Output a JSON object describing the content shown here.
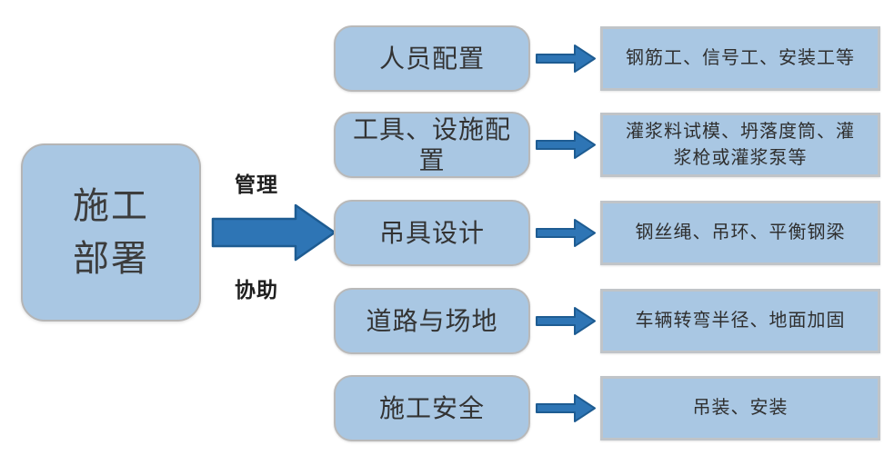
{
  "root": {
    "label": "施工\n部署"
  },
  "main_arrow": {
    "top_label": "管理",
    "bottom_label": "协助"
  },
  "rows": [
    {
      "category": "人员配置",
      "detail": "钢筋工、信号工、安装工等"
    },
    {
      "category": "工具、设施配置",
      "detail": "灌浆料试模、坍落度筒、灌浆枪或灌浆泵等"
    },
    {
      "category": "吊具设计",
      "detail": "钢丝绳、吊环、平衡钢梁"
    },
    {
      "category": "道路与场地",
      "detail": "车辆转弯半径、地面加固"
    },
    {
      "category": "施工安全",
      "detail": "吊装、安装"
    }
  ],
  "colors": {
    "box_fill": "#a9c7e3",
    "box_border": "#b9b9b9",
    "detail_box_border": "#c0c4c8",
    "arrow_fill": "#2e75b5",
    "arrow_stroke": "#1e5c92",
    "text": "#333333"
  }
}
